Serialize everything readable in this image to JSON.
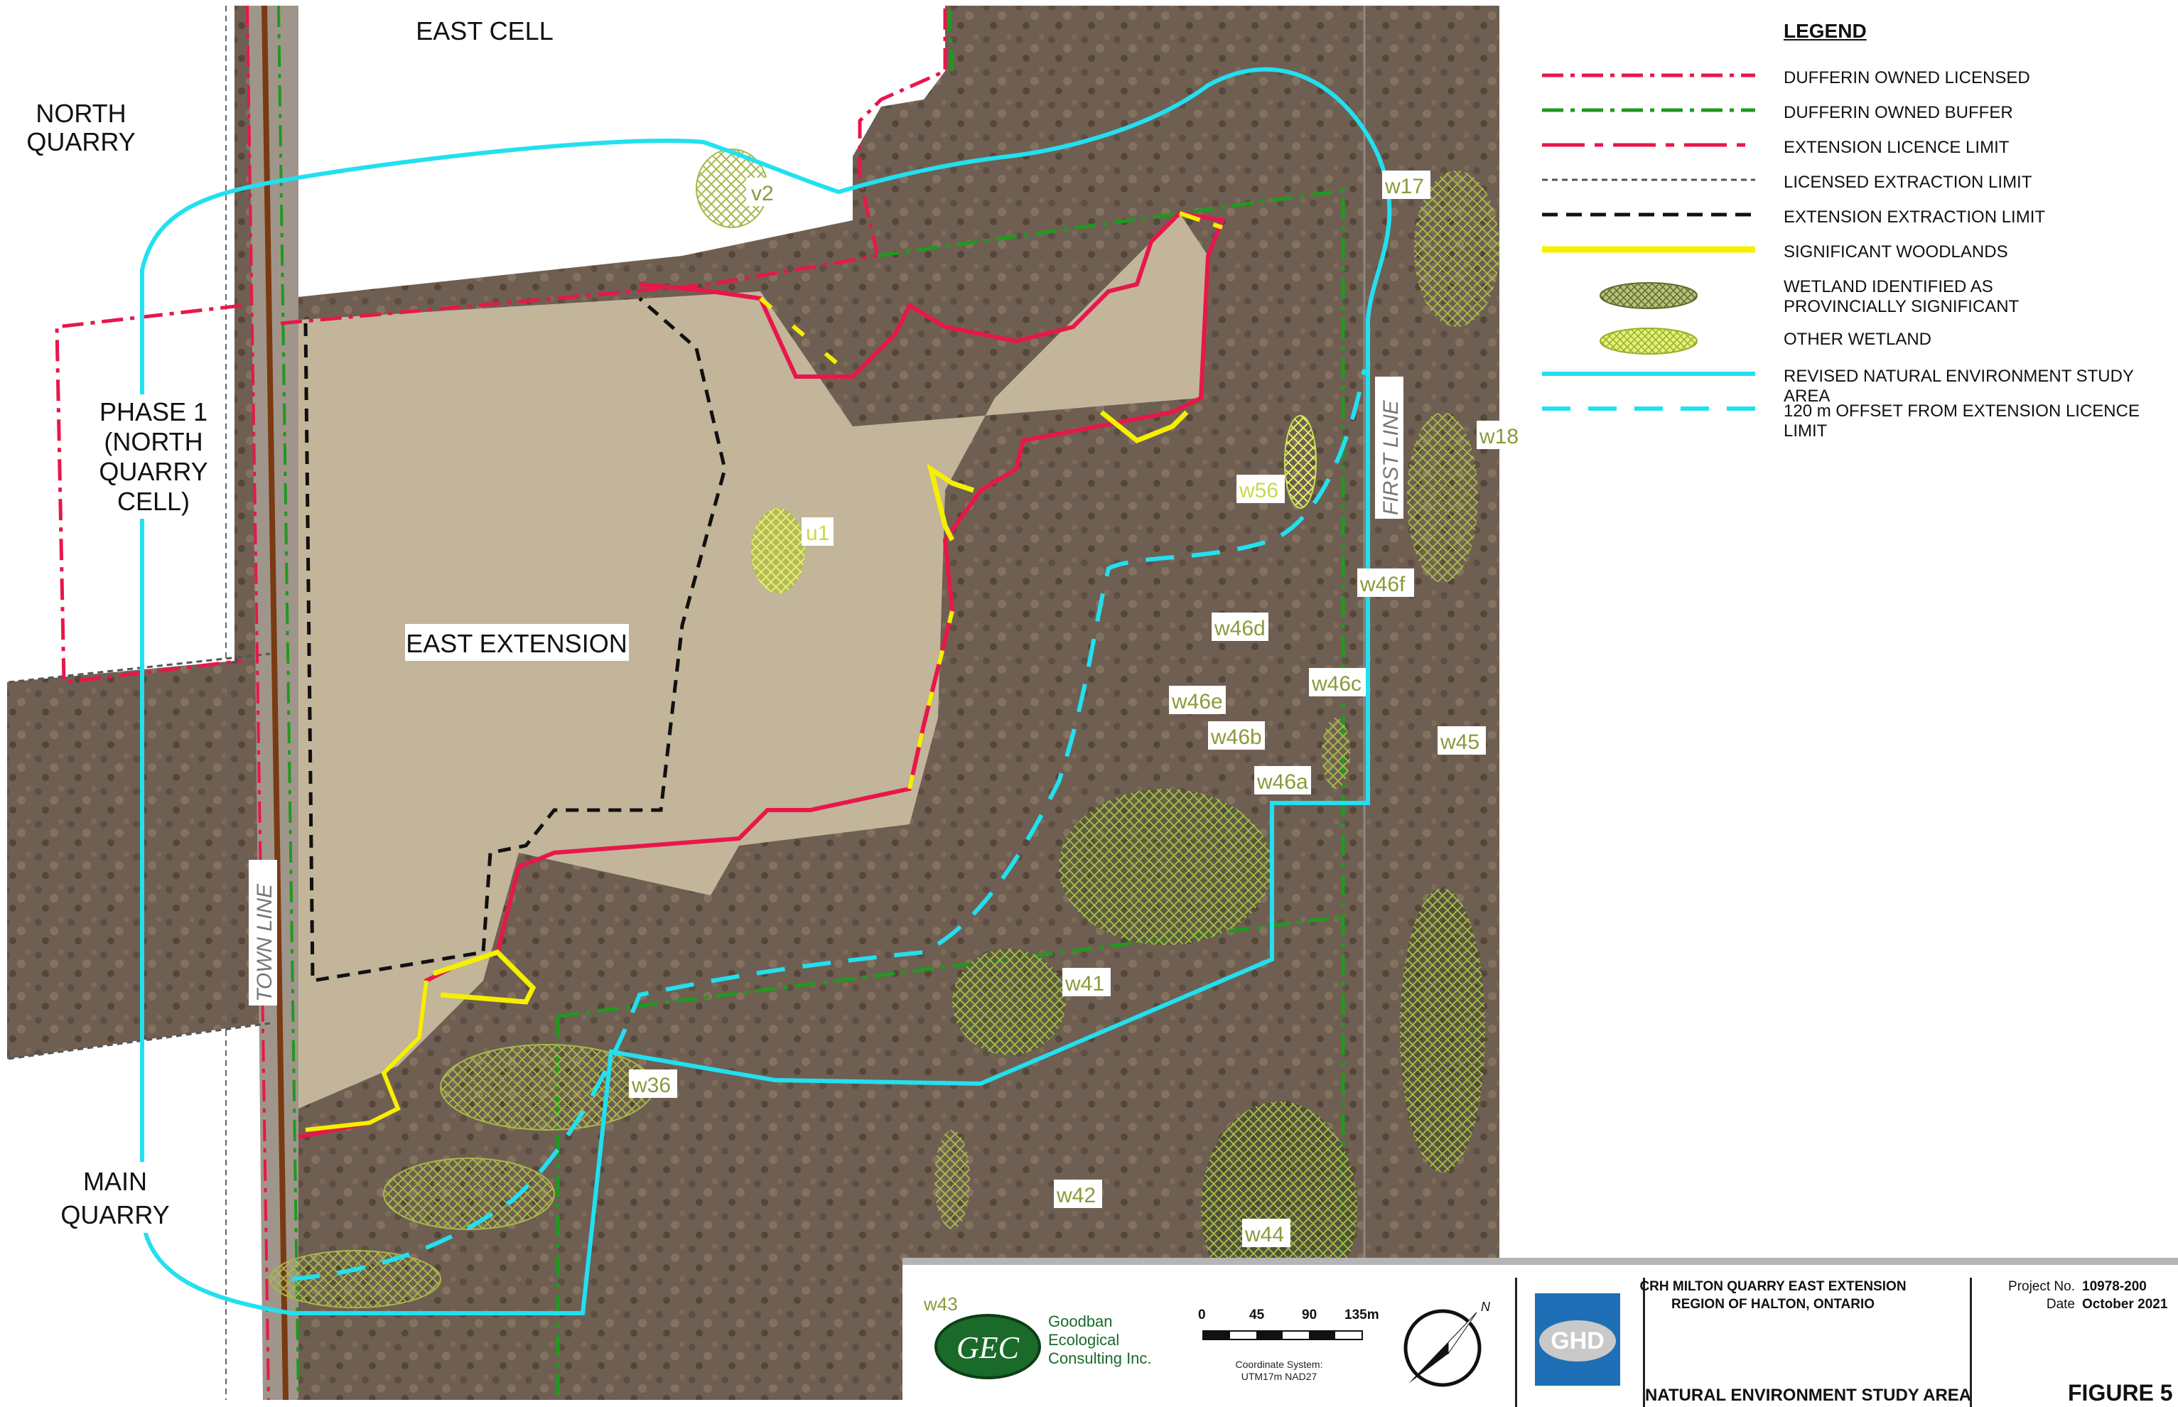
{
  "map_labels": {
    "east_cell": "EAST CELL",
    "north_quarry": [
      "NORTH",
      "QUARRY"
    ],
    "phase1": [
      "PHASE 1",
      "(NORTH",
      "QUARRY",
      "CELL)"
    ],
    "east_extension": "EAST EXTENSION",
    "main_quarry": [
      "MAIN",
      "QUARRY"
    ],
    "town_line": "TOWN  LINE",
    "first_line": "FIRST  LINE"
  },
  "wetlands": {
    "v2": "v2",
    "u1": "u1",
    "w56": "w56",
    "w17": "w17",
    "w18": "w18",
    "w46f": "w46f",
    "w46d": "w46d",
    "w46c": "w46c",
    "w46e": "w46e",
    "w46b": "w46b",
    "w46a": "w46a",
    "w45": "w45",
    "w41": "w41",
    "w36": "w36",
    "w42": "w42",
    "w44": "w44",
    "w43": "w43"
  },
  "legend": {
    "title": "LEGEND",
    "items": [
      {
        "label": "DUFFERIN OWNED LICENSED",
        "color": "#e8174a"
      },
      {
        "label": "DUFFERIN OWNED BUFFER",
        "color": "#1f9a1f"
      },
      {
        "label": "EXTENSION LICENCE LIMIT",
        "color": "#e8174a"
      },
      {
        "label": "LICENSED EXTRACTION LIMIT",
        "color": "#555555"
      },
      {
        "label": "EXTENSION EXTRACTION LIMIT",
        "color": "#111111"
      },
      {
        "label": "SIGNIFICANT WOODLANDS",
        "color": "#f5f000"
      },
      {
        "label": "WETLAND IDENTIFIED AS PROVINCIALLY SIGNIFICANT",
        "line1": "WETLAND IDENTIFIED AS",
        "line2": "PROVINCIALLY SIGNIFICANT",
        "color": "#8a9a3a"
      },
      {
        "label": "OTHER WETLAND",
        "color": "#c8e04a"
      },
      {
        "label": "REVISED NATURAL ENVIRONMENT STUDY AREA",
        "color": "#22e0f0"
      },
      {
        "label": "120 m  OFFSET FROM EXTENSION LICENCE LIMIT",
        "color": "#22e0f0"
      }
    ]
  },
  "titleblock": {
    "consultant_abbr": "GEC",
    "consultant_name": [
      "Goodban",
      "Ecological",
      "Consulting Inc."
    ],
    "scale": {
      "s0": "0",
      "s1": "45",
      "s2": "90",
      "s3": "135m"
    },
    "coord": [
      "Coordinate System:",
      "UTM17m NAD27"
    ],
    "firm": "GHD",
    "project_title": [
      "CRH MILTON QUARRY EAST EXTENSION",
      "REGION OF HALTON, ONTARIO"
    ],
    "sheet_title": "NATURAL ENVIRONMENT STUDY AREA",
    "project_no_label": "Project No.",
    "project_no": "10978-200",
    "date_label": "Date",
    "date": "October 2021",
    "figure": "FIGURE 5"
  },
  "colors": {
    "aerial": "#6f5f52",
    "field": "#c2b59a",
    "licensed": "#e8174a",
    "buffer": "#1f9a1f",
    "woodland": "#f5f000",
    "study_area": "#22e0f0",
    "wetland_psw": "#8a9a3a",
    "wetland_other": "#c8e04a"
  }
}
